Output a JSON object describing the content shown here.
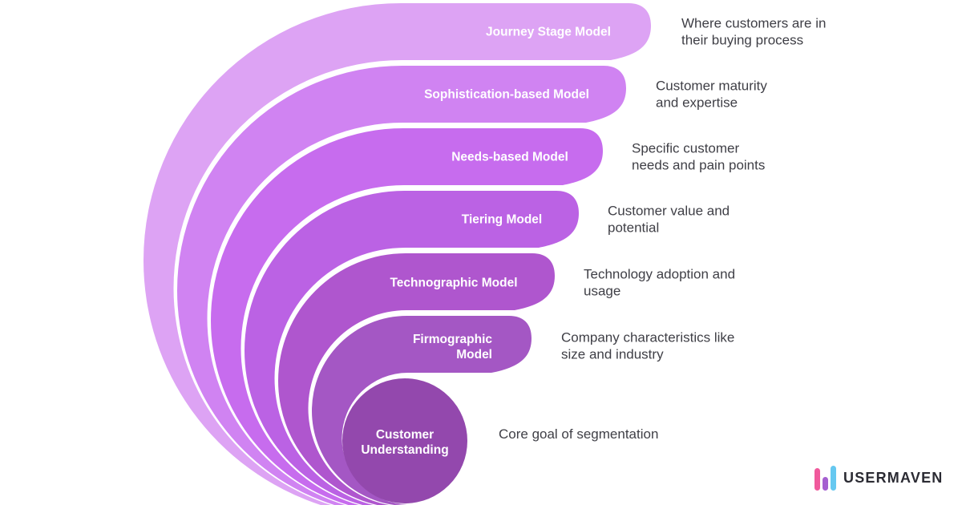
{
  "diagram": {
    "background": "#ffffff",
    "label_color": "#ffffff",
    "text_color": "#3f3f46",
    "bands": [
      {
        "label": "Journey Stage Model",
        "description": "Where customers are in their buying process",
        "color": "#dda3f4"
      },
      {
        "label": "Sophistication-based Model",
        "description": "Customer maturity and expertise",
        "color": "#d083f2"
      },
      {
        "label": "Needs-based Model",
        "description": "Specific customer needs and pain points",
        "color": "#c76cee"
      },
      {
        "label": "Tiering Model",
        "description": "Customer value and potential",
        "color": "#bb62e4"
      },
      {
        "label": "Technographic Model",
        "description": "Technology adoption and usage",
        "color": "#af56ce"
      },
      {
        "label": "Firmographic Model",
        "description": "Company characteristics like size and industry",
        "color": "#a457c4"
      }
    ],
    "center_circle": {
      "label": "Customer Understanding",
      "description": "Core goal of segmentation",
      "color": "#9348ad"
    }
  },
  "logo": {
    "text": "USERMAVEN",
    "text_color": "#2b2b33",
    "bar_colors": [
      "#f0599c",
      "#a55fd0",
      "#66c8f0"
    ]
  }
}
